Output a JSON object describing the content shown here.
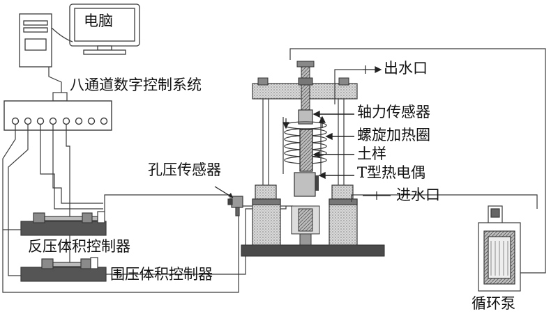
{
  "labels": {
    "computer": "电脑",
    "control_system": "八通道数字控制系统",
    "water_outlet": "出水口",
    "axial_sensor": "轴力传感器",
    "spiral_coil": "螺旋加热圈",
    "soil_sample": "土样",
    "thermocouple": "T型热电偶",
    "pore_sensor": "孔压传感器",
    "water_inlet": "进水口",
    "back_pressure_controller": "反压体积控制器",
    "confining_pressure_controller": "围压体积控制器",
    "circulation_pump": "循环泵"
  },
  "colors": {
    "line": "#3a3a3a",
    "frame_fill": "#c9c9c9",
    "base_fill": "#4a4a4a",
    "stipple": "#8a8a8a"
  }
}
